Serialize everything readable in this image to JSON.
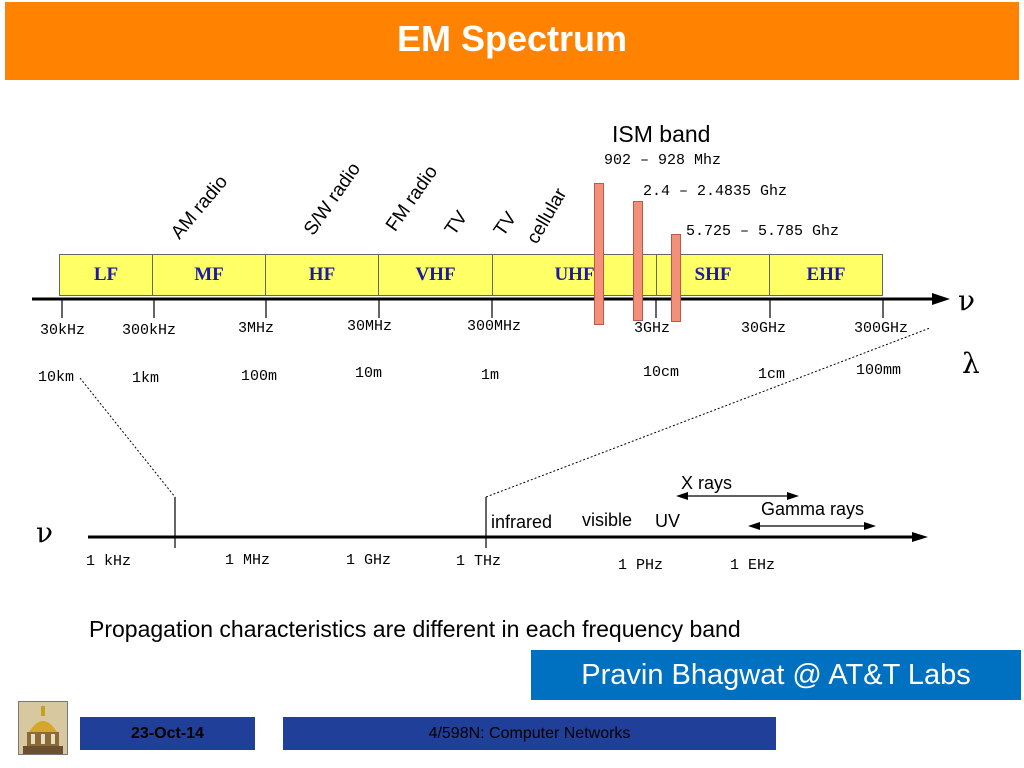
{
  "title": "EM Spectrum",
  "ism": {
    "label": "ISM band",
    "ranges": [
      "902 – 928 Mhz",
      "2.4 – 2.4835 Ghz",
      "5.725 – 5.785 Ghz"
    ]
  },
  "services": [
    "AM radio",
    "S/W radio",
    "FM radio",
    "TV",
    "TV",
    "cellular"
  ],
  "bands": [
    "LF",
    "MF",
    "HF",
    "VHF",
    "UHF",
    "SHF",
    "EHF"
  ],
  "frequencies": [
    "30kHz",
    "300kHz",
    "3MHz",
    "30MHz",
    "300MHz",
    "3GHz",
    "30GHz",
    "300GHz"
  ],
  "wavelengths": [
    "10km",
    "1km",
    "100m",
    "10m",
    "1m",
    "10cm",
    "1cm",
    "100mm"
  ],
  "symbols": {
    "nu": "ν",
    "lambda": "λ"
  },
  "lower_axis": {
    "ticks": [
      "1 kHz",
      "1 MHz",
      "1 GHz",
      "1 THz",
      "1 PHz",
      "1 EHz"
    ],
    "regions": [
      "infrared",
      "visible",
      "UV",
      "X rays",
      "Gamma rays"
    ]
  },
  "caption": "Propagation characteristics are different in each frequency band",
  "author": "Pravin Bhagwat @ AT&T Labs",
  "footer": {
    "date": "23-Oct-14",
    "course": "4/598N: Computer Networks"
  },
  "colors": {
    "title_bar": "#ff8200",
    "band_fill": "#ffff66",
    "band_text": "#1a1aa6",
    "ism_bar": "#f4907a",
    "footer": "#1f3f99",
    "author_box": "#0070c0"
  }
}
